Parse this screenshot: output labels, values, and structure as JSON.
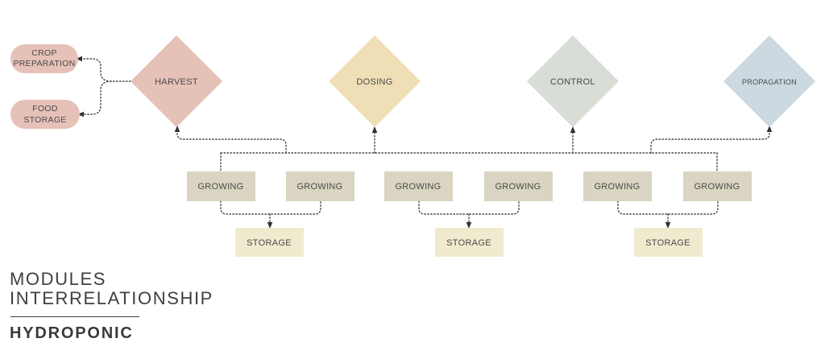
{
  "diagram": {
    "title_line1": "MODULES",
    "title_line2": "INTERRELATIONSHIP",
    "subtitle": "HYDROPONIC",
    "colors": {
      "harvest": "#e6c1b8",
      "dosing": "#f0dfb6",
      "control": "#d8ddd6",
      "propagation": "#ccd9e1",
      "growing": "#d9d5c2",
      "storage": "#f0ebcf",
      "output": "#e6c1b8"
    },
    "outputs": [
      {
        "line1": "CROP",
        "line2": "PREPARATION"
      },
      {
        "line1": "FOOD",
        "line2": "STORAGE"
      }
    ],
    "modules": [
      {
        "id": "harvest",
        "label": "HARVEST"
      },
      {
        "id": "dosing",
        "label": "DOSING"
      },
      {
        "id": "control",
        "label": "CONTROL"
      },
      {
        "id": "propagation",
        "label": "PROPAGATION"
      }
    ],
    "growing_label": "GROWING",
    "storage_label": "STORAGE"
  }
}
